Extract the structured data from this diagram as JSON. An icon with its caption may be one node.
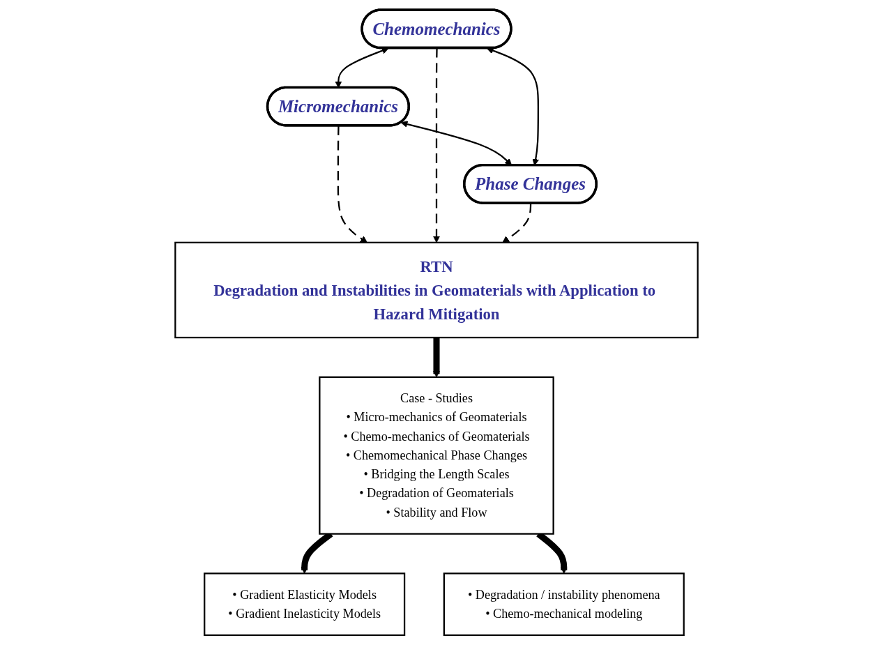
{
  "diagram": {
    "nodes": [
      {
        "text": [
          "Micromechanics"
        ]
      },
      {
        "text": [
          "RTN",
          "Degradation and Instabilities in Geomaterials with Application to Hazard Mitigation"
        ]
      },
      {
        "text": [
          "Case - Studies",
          "• Micro-mechanics of Geomaterials",
          "• Chemo-mechanics of Geomaterials",
          "• Chemomechanical Phase Changes",
          "• Bridging the Length Scales",
          "• Degradation of Geomaterials",
          "• Stability and Flow"
        ]
      },
      {
        "text": [
          "• Gradient Elasticity Models",
          "• Gradient Inelasticity Models"
        ]
      },
      {
        "text": [
          "• Degradation / instability phenomena",
          "• Chemo-mechanical modeling"
        ]
      },
      {
        "text": [
          "Chemomechanics"
        ]
      },
      {
        "text": [
          "Phase Changes"
        ]
      }
    ],
    "edges": [
      {
        "from": 5,
        "to": 0,
        "arrow": "both"
      },
      {
        "from": 0,
        "to": 6,
        "arrow": "both"
      },
      {
        "from": 5,
        "to": 6,
        "arrow": "both"
      },
      {
        "from": 0,
        "to": 1,
        "arrow": "to",
        "style": "dashed"
      },
      {
        "from": 5,
        "to": 1,
        "arrow": "to",
        "style": "dashed"
      },
      {
        "from": 6,
        "to": 1,
        "arrow": "to",
        "style": "dashed"
      },
      {
        "from": 1,
        "to": 2,
        "arrow": "to",
        "style": "thick"
      },
      {
        "from": 2,
        "to": 3,
        "arrow": "to",
        "style": "thick"
      },
      {
        "from": 2,
        "to": 4,
        "arrow": "to",
        "style": "thick"
      }
    ]
  }
}
